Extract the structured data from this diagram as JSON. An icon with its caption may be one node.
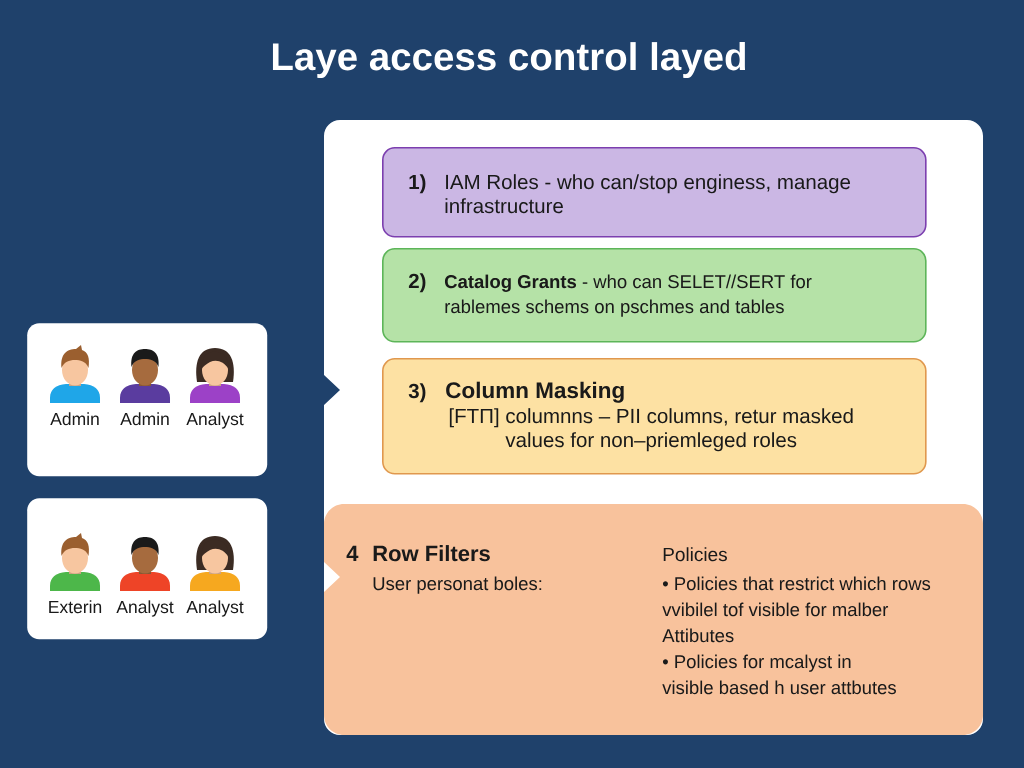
{
  "diagram": {
    "title": "Laye access control layed",
    "nodes": [
      {
        "text": [],
        "shape": "box"
      },
      {
        "text": [],
        "shape": "person",
        "beside": [
          "Admin"
        ],
        "in": 0
      },
      {
        "text": [],
        "shape": "person",
        "beside": [
          "Admin"
        ],
        "in": 0
      },
      {
        "text": [],
        "shape": "person",
        "beside": [
          "Analyst"
        ],
        "in": 0
      },
      {
        "text": [],
        "shape": "box"
      },
      {
        "text": [],
        "shape": "person",
        "beside": [
          "Exterin"
        ],
        "in": 4
      },
      {
        "text": [],
        "shape": "person",
        "beside": [
          "Analyst"
        ],
        "in": 4
      },
      {
        "text": [],
        "shape": "person",
        "beside": [
          "Analyst"
        ],
        "in": 4
      },
      {
        "text": [],
        "shape": "box"
      },
      {
        "text": [
          "1)",
          "IAM Roles - who can/stop enginess, manage infrastructure"
        ],
        "in": 8
      },
      {
        "text": [
          "2)",
          "**Catalog Grants** - who can SELET//SERT for rablemes schems on pschmes and tables"
        ],
        "in": 8
      },
      {
        "text": [
          "3)",
          "Column Masking",
          "[FTΠ] columnns – PII columns, retur masked values for non–priemleged roles"
        ],
        "in": 8
      },
      {
        "text": [
          "4",
          "Row Filters",
          "User personat boles:",
          "Policies",
          "• Policies that restrict which rows vvibilel tof visible for malber Attibutes",
          "• Policies for mcalyst in visible based h user attbutes"
        ],
        "in": 8
      }
    ]
  }
}
